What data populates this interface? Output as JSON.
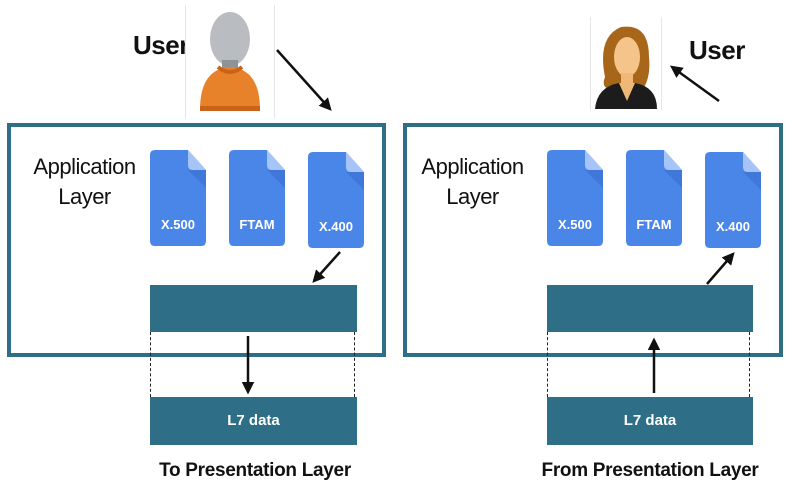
{
  "colors": {
    "layer_border": "#2e6f87",
    "bar": "#2e6f87",
    "doc_blue": "#4a86e8",
    "doc_fold": "#a6c4f7",
    "doc_shadow": "#3b6fcf",
    "male_body": "#e8822a",
    "male_head": "#b9bdc1",
    "female_hair": "#a8661b",
    "female_skin": "#f4c48a",
    "female_jacket": "#1c1c1c"
  },
  "left_panel": {
    "user_label": "User",
    "user_icon": "male-user-avatar",
    "layer_title_line1": "Application",
    "layer_title_line2": "Layer",
    "protocols": [
      "X.500",
      "FTAM",
      "X.400"
    ],
    "data_bar_label": "L7 data",
    "caption": "To Presentation Layer",
    "direction": "down"
  },
  "right_panel": {
    "user_label": "User",
    "user_icon": "female-user-avatar",
    "layer_title_line1": "Application",
    "layer_title_line2": "Layer",
    "protocols": [
      "X.500",
      "FTAM",
      "X.400"
    ],
    "data_bar_label": "L7 data",
    "caption": "From Presentation Layer",
    "direction": "up"
  }
}
